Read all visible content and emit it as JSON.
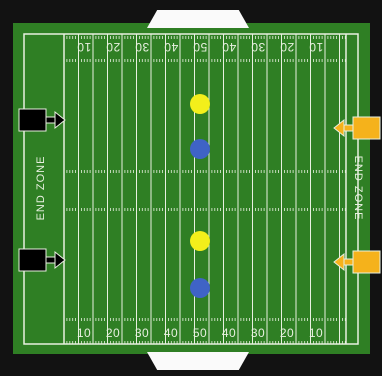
{
  "field": {
    "grass_color": "#2f7f24",
    "line_color": "#e8f0e0",
    "end_zone_left_label": "END ZONE",
    "end_zone_right_label": "END ZONE",
    "yard_numbers_top": [
      "10",
      "20",
      "30",
      "40",
      "50",
      "40",
      "30",
      "20",
      "10"
    ],
    "yard_numbers_bottom": [
      "10",
      "20",
      "30",
      "40",
      "50",
      "40",
      "30",
      "20",
      "10"
    ]
  },
  "teams": {
    "left": {
      "color": "#000000",
      "marker_icon": "black-arrow-right-icon"
    },
    "right": {
      "color": "#f5b21b",
      "marker_icon": "yellow-arrow-left-icon"
    }
  },
  "players": [
    {
      "color": "#f3ef1b",
      "team": "yellow"
    },
    {
      "color": "#3f63c6",
      "team": "blue"
    },
    {
      "color": "#f3ef1b",
      "team": "yellow"
    },
    {
      "color": "#3f63c6",
      "team": "blue"
    }
  ]
}
